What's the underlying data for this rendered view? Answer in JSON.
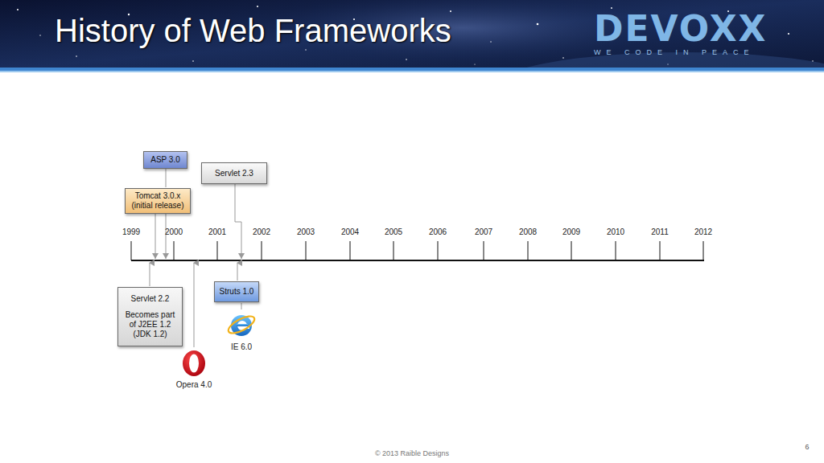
{
  "diagram": {
    "title": "History of Web Frameworks",
    "nodes": [
      {
        "text": [
          "ASP 3.0"
        ]
      },
      {
        "text": [
          "Servlet 2.3"
        ]
      },
      {
        "text": [
          "Tomcat 3.0.x (initial release)"
        ]
      },
      {
        "text": [
          "Servlet 2.2",
          "Becomes part of J2EE 1.2 (JDK 1.2)"
        ]
      },
      {
        "text": [
          "Struts 1.0"
        ]
      }
    ],
    "labels": [
      "DEVOXX",
      "WE CODE IN PEACE",
      "1999",
      "2000",
      "2001",
      "2002",
      "2003",
      "2004",
      "2005",
      "2006",
      "2007",
      "2008",
      "2009",
      "2010",
      "2011",
      "2012",
      "IE 6.0",
      "Opera 4.0",
      "© 2013 Raible Designs",
      "6"
    ]
  }
}
